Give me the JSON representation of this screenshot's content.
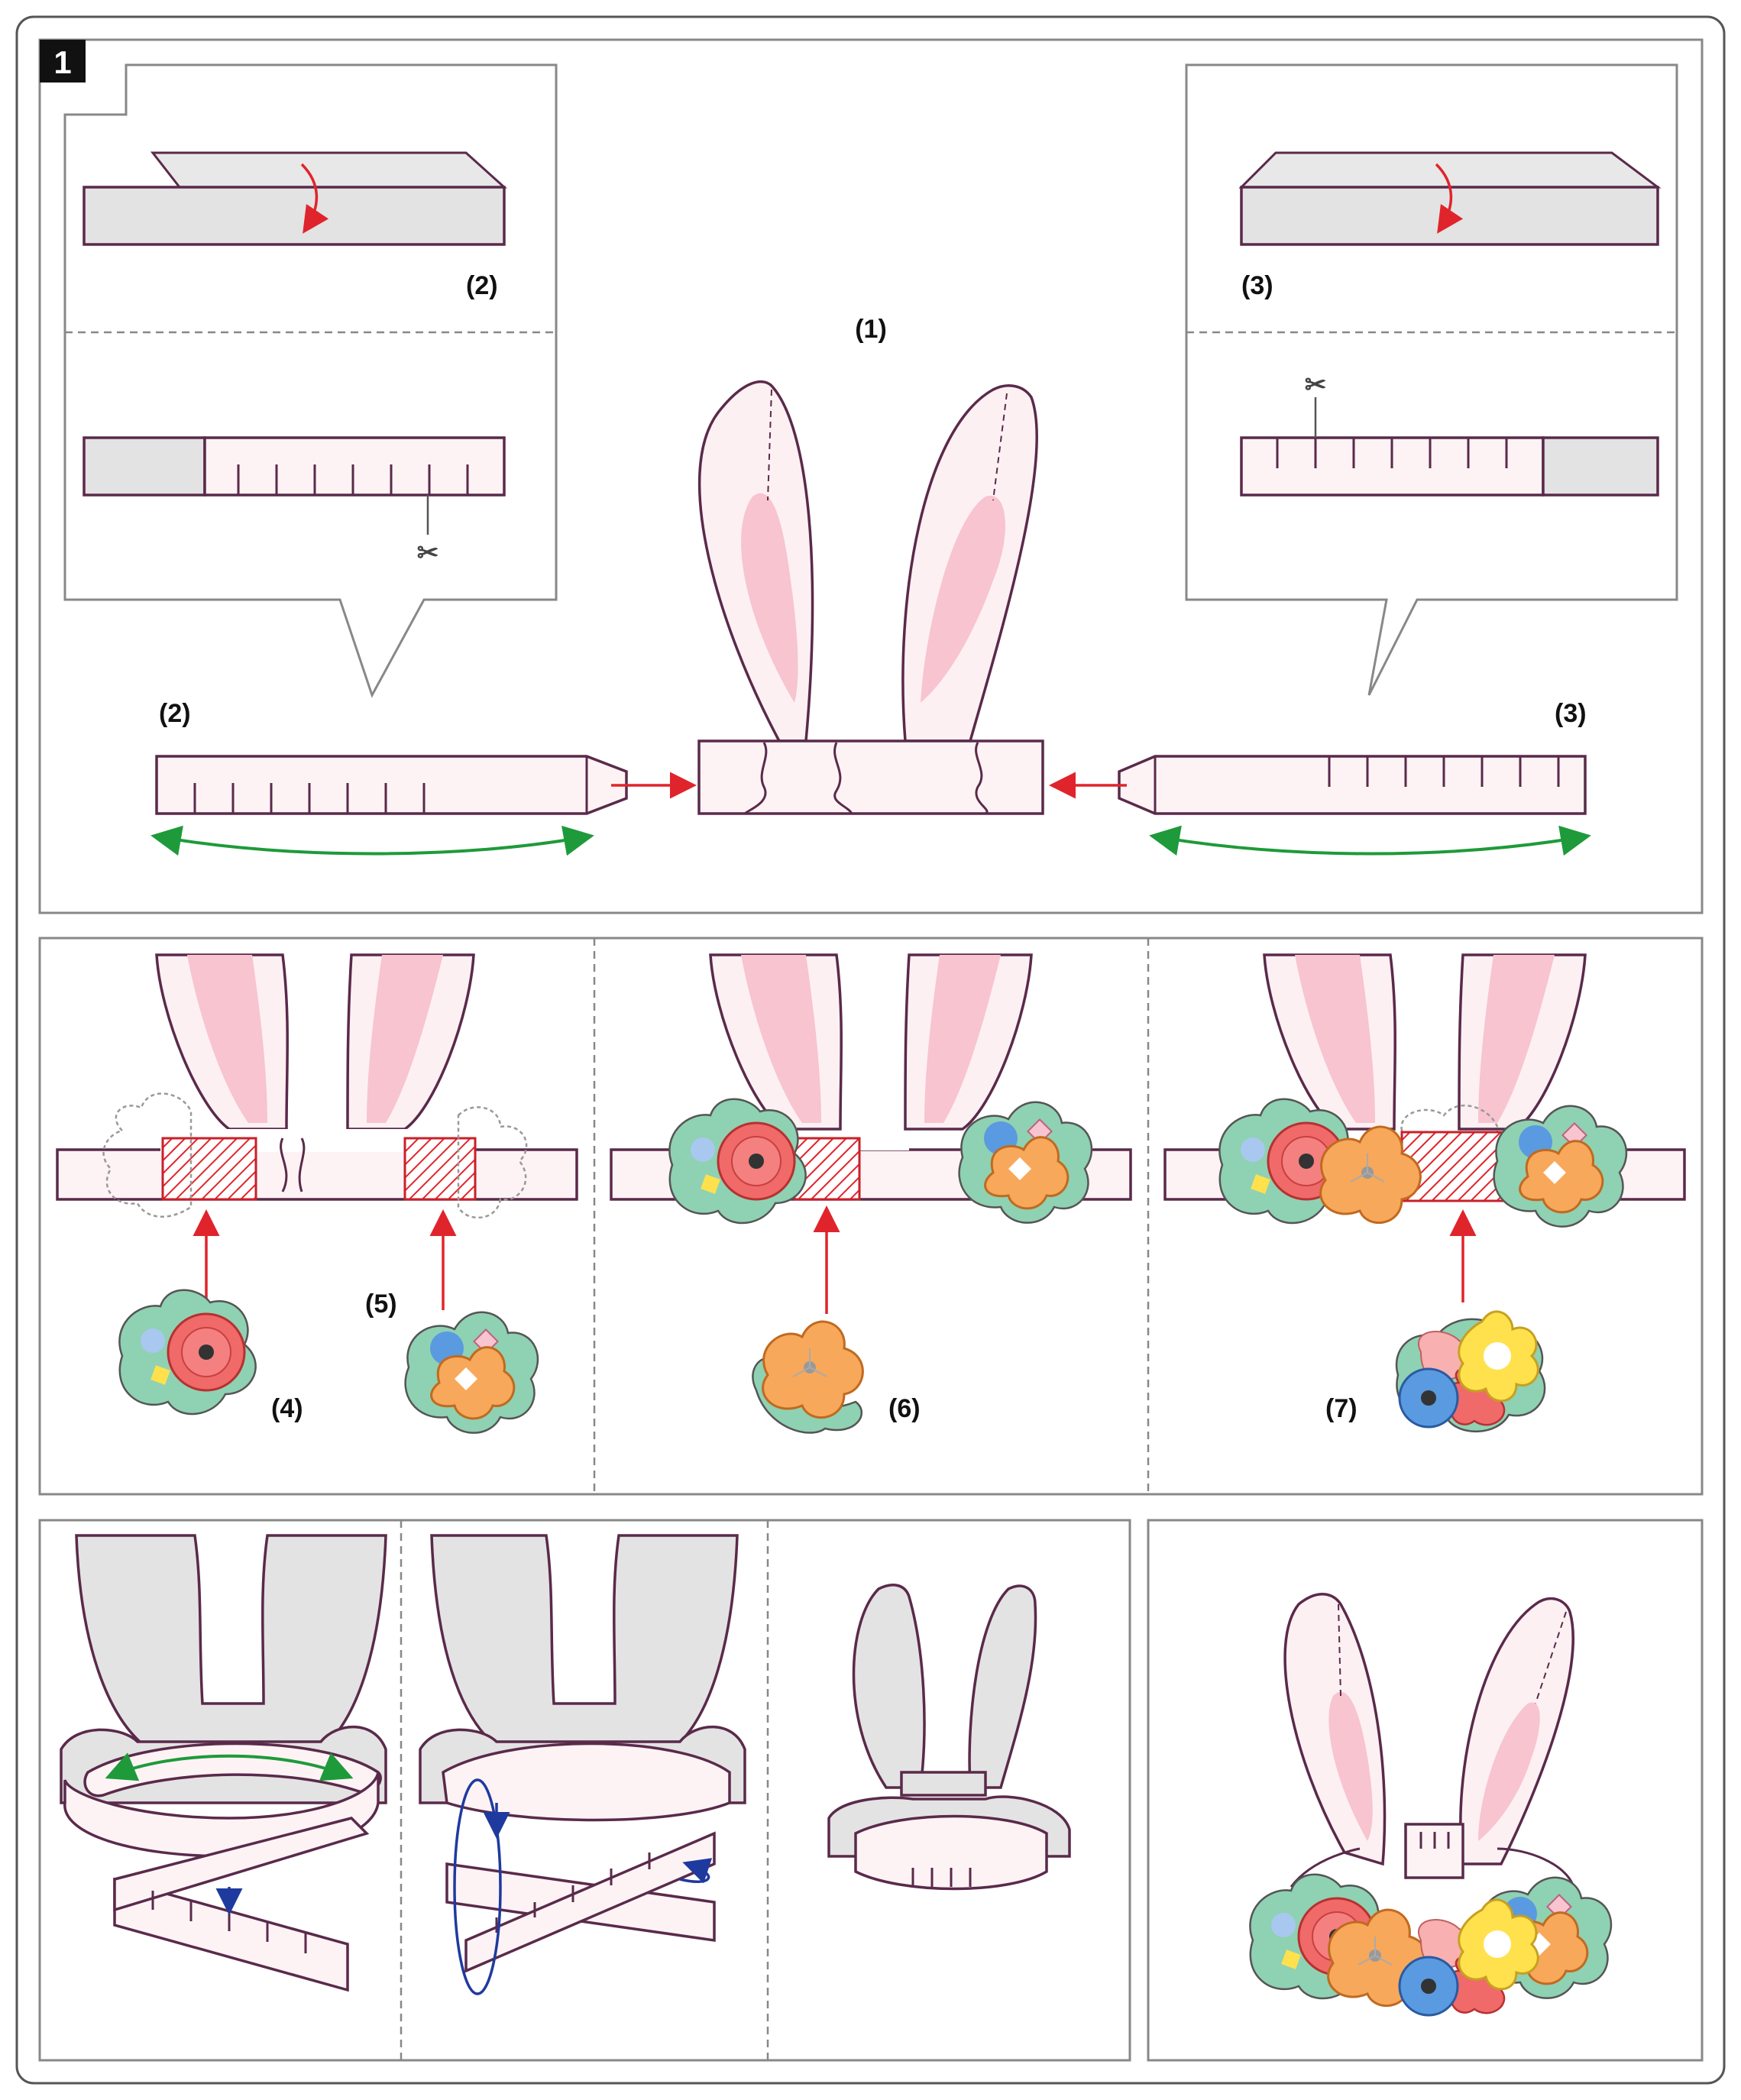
{
  "step": {
    "number": "1"
  },
  "labels": {
    "main_piece": "(1)",
    "left_strip": "(2)",
    "right_strip": "(3)",
    "flower_4": "(4)",
    "flower_5": "(5)",
    "flower_6": "(6)",
    "flower_7": "(7)"
  },
  "colors": {
    "outline": "#5a2a4a",
    "strip_fill": "#fdf3f5",
    "ear_inner": "#f7c4d0",
    "arrow_red": "#e0242c",
    "arrow_green": "#1e9a3a",
    "arrow_blue": "#1f3a9e",
    "leaf": "#8fd1b3",
    "flower_red": "#f06a6a",
    "flower_orange": "#f8a85a",
    "flower_yellow": "#ffe14d",
    "flower_blue": "#5a9ae0"
  },
  "icons": [
    "scissors-icon",
    "fold-arrow-icon",
    "attach-arrow-icon",
    "curve-arrow-icon",
    "wrap-arrow-icon"
  ]
}
